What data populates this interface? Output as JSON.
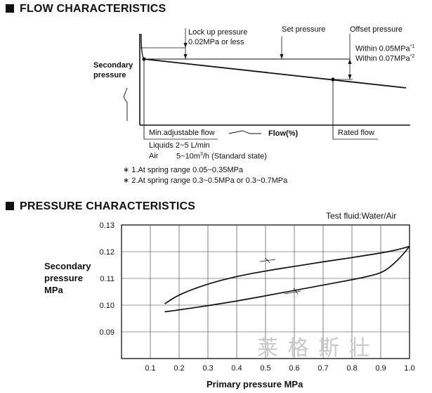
{
  "flow": {
    "heading": "FLOW CHARACTERISTICS",
    "y_label_1": "Secondary",
    "y_label_2": "pressure",
    "lockup_label": "Lock up pressure",
    "lockup_value": "0.02MPa or less",
    "set_pressure_label": "Set pressure",
    "offset_label": "Offset pressure",
    "offset_1": "Within 0.05MPa",
    "offset_1_mark": "*1",
    "offset_2": "Within 0.07MPa",
    "offset_2_mark": "*2",
    "min_flow_label": "Min.adjustable flow",
    "flow_axis_label": "Flow(%)",
    "rated_flow_label": "Rated flow",
    "liquids_text": "Liquids 2~5 L/min",
    "air_label": "Air",
    "air_value_pre": "5~10m",
    "air_value_sup": "3",
    "air_value_post": "/h (Standard state)",
    "note_1": "∗ 1.At spring range 0.05~0.35MPa",
    "note_2": "∗ 2.At spring range 0.3~0.5MPa or 0.3~0.7MPa"
  },
  "pressure": {
    "heading": "PRESSURE CHARACTERISTICS",
    "test_fluid": "Test fluid:Water/Air",
    "y_label_1": "Secondary",
    "y_label_2": "pressure",
    "y_label_3": "MPa",
    "x_label": "Primary pressure  MPa",
    "watermark": "莱 格 斯 壮"
  },
  "chart_data": {
    "type": "line",
    "title": "PRESSURE CHARACTERISTICS",
    "xlabel": "Primary pressure  MPa",
    "ylabel": "Secondary pressure MPa",
    "x_ticks": [
      "0.1",
      "0.2",
      "0.3",
      "0.4",
      "0.5",
      "0.6",
      "0.7",
      "0.8",
      "0.9",
      "1.0"
    ],
    "y_ticks": [
      "0.13",
      "0.12",
      "0.11",
      "0.10",
      "0.09"
    ],
    "xlim": [
      0.0,
      1.0
    ],
    "ylim": [
      0.08,
      0.13
    ],
    "grid": true,
    "series": [
      {
        "direction": "increasing",
        "x": [
          0.15,
          0.2,
          0.3,
          0.4,
          0.5,
          0.6,
          0.7,
          0.8,
          0.9,
          0.95,
          1.0
        ],
        "y": [
          0.1005,
          0.104,
          0.108,
          0.1108,
          0.1128,
          0.1145,
          0.1162,
          0.1178,
          0.1195,
          0.1205,
          0.122
        ]
      },
      {
        "direction": "decreasing",
        "x": [
          1.0,
          0.97,
          0.93,
          0.9,
          0.85,
          0.8,
          0.7,
          0.6,
          0.5,
          0.4,
          0.3,
          0.2,
          0.15
        ],
        "y": [
          0.122,
          0.118,
          0.114,
          0.112,
          0.1106,
          0.1095,
          0.1075,
          0.1055,
          0.1035,
          0.1015,
          0.0998,
          0.0982,
          0.0975
        ]
      }
    ]
  }
}
